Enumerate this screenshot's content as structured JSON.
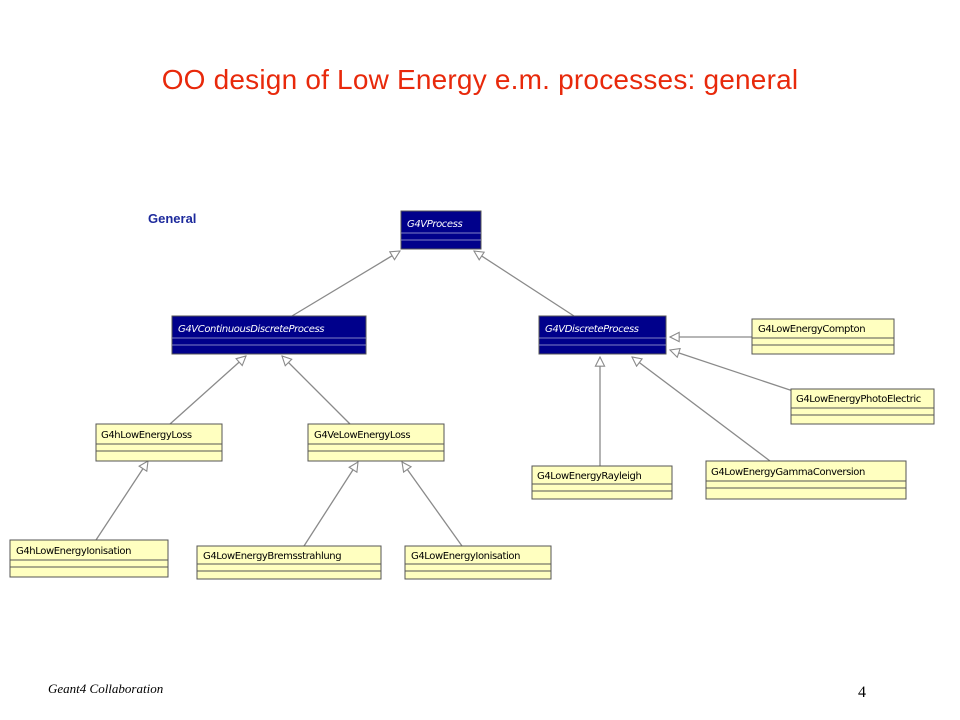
{
  "title": "OO design of Low Energy e.m. processes: general",
  "diagram": {
    "section_label": "General",
    "colors": {
      "abstract_fill": "#00008b",
      "abstract_text": "#ffffff",
      "concrete_fill": "#ffffc0",
      "concrete_text": "#000000",
      "border": "#555555",
      "arrow": "#8a8a8a"
    },
    "classes": {
      "g4vprocess": "G4VProcess",
      "g4vcontinuousdiscreteprocess": "G4VContinuousDiscreteProcess",
      "g4vdiscreteprocess": "G4VDiscreteProcess",
      "g4hlowenergyloss": "G4hLowEnergyLoss",
      "g4velowenergyloss": "G4VeLowEnergyLoss",
      "g4hlowenergyionisation": "G4hLowEnergyIonisation",
      "g4lowenergybremsstrahlung": "G4LowEnergyBremsstrahlung",
      "g4lowenergyionisation": "G4LowEnergyIonisation",
      "g4lowenergycompton": "G4LowEnergyCompton",
      "g4lowenergyphotoelectric": "G4LowEnergyPhotoElectric",
      "g4lowenergyrayleigh": "G4LowEnergyRayleigh",
      "g4lowenergygammaconversion": "G4LowEnergyGammaConversion"
    },
    "inheritance": [
      {
        "child": "G4VContinuousDiscreteProcess",
        "parent": "G4VProcess"
      },
      {
        "child": "G4VDiscreteProcess",
        "parent": "G4VProcess"
      },
      {
        "child": "G4hLowEnergyLoss",
        "parent": "G4VContinuousDiscreteProcess"
      },
      {
        "child": "G4VeLowEnergyLoss",
        "parent": "G4VContinuousDiscreteProcess"
      },
      {
        "child": "G4hLowEnergyIonisation",
        "parent": "G4hLowEnergyLoss"
      },
      {
        "child": "G4LowEnergyBremsstrahlung",
        "parent": "G4VeLowEnergyLoss"
      },
      {
        "child": "G4LowEnergyIonisation",
        "parent": "G4VeLowEnergyLoss"
      },
      {
        "child": "G4LowEnergyCompton",
        "parent": "G4VDiscreteProcess"
      },
      {
        "child": "G4LowEnergyPhotoElectric",
        "parent": "G4VDiscreteProcess"
      },
      {
        "child": "G4LowEnergyRayleigh",
        "parent": "G4VDiscreteProcess"
      },
      {
        "child": "G4LowEnergyGammaConversion",
        "parent": "G4VDiscreteProcess"
      }
    ]
  },
  "footer": {
    "collaboration": "Geant4 Collaboration",
    "page_number": "4"
  }
}
